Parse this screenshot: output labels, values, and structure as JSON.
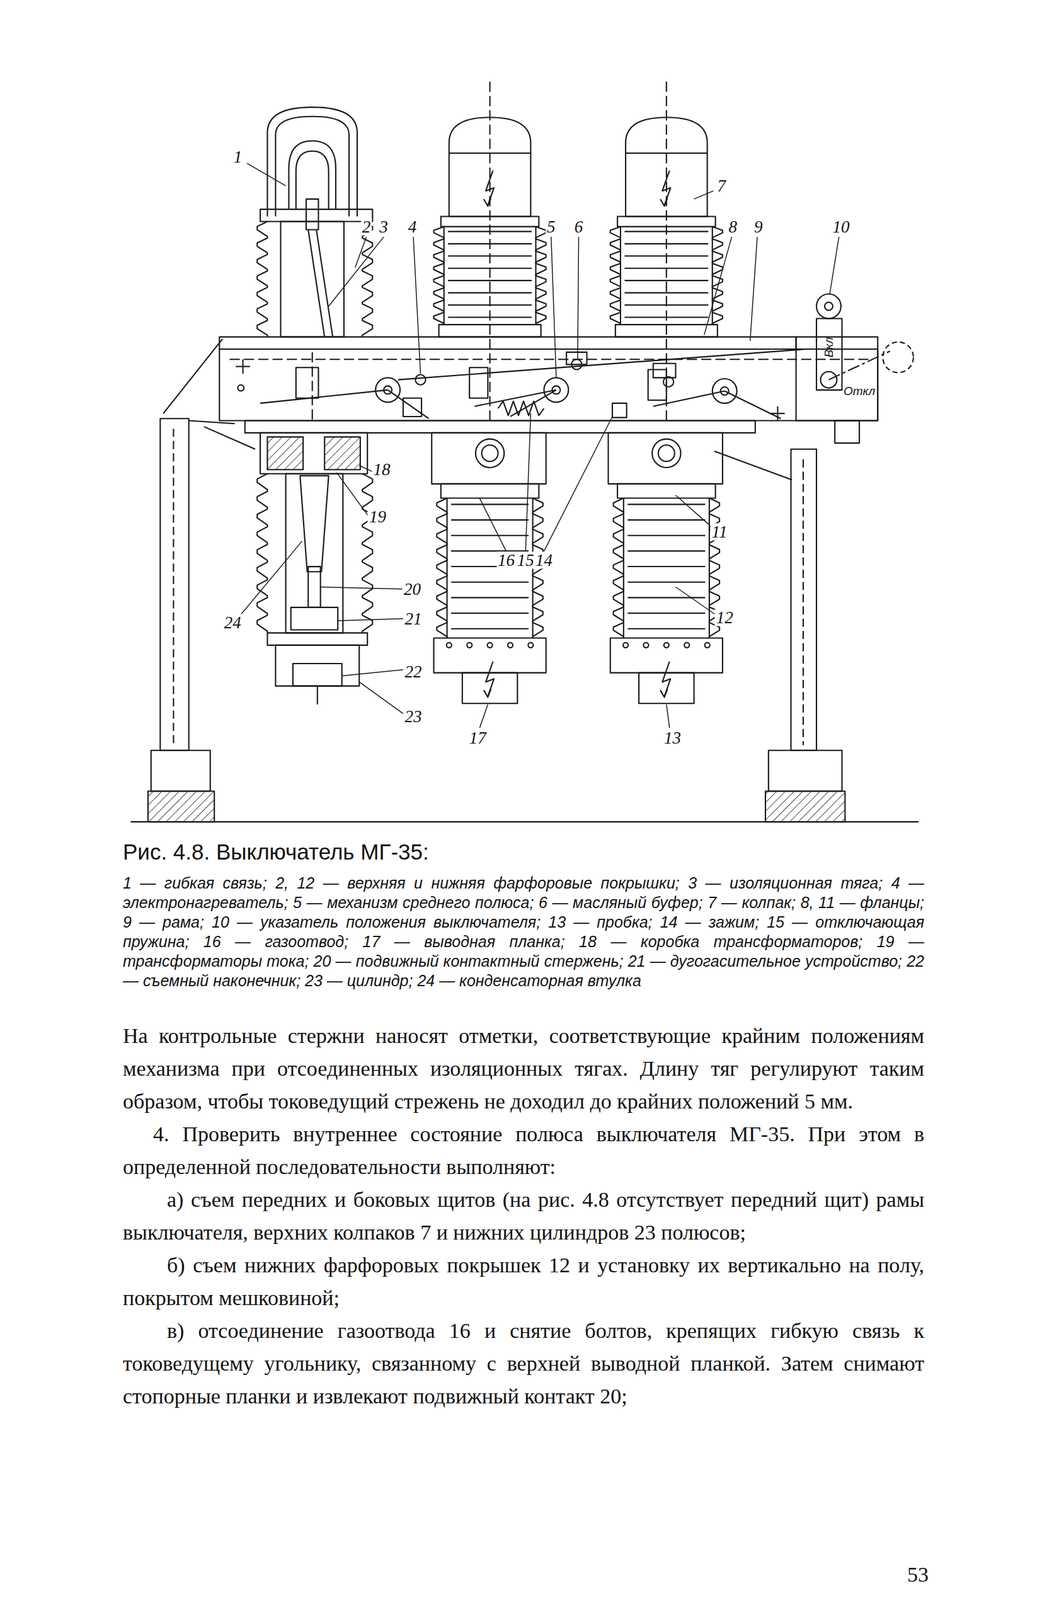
{
  "diagram": {
    "caption": "Рис. 4.8. Выключатель МГ-35:",
    "labels": [
      "1",
      "2",
      "3",
      "4",
      "5",
      "6",
      "7",
      "8",
      "9",
      "10",
      "Вкл",
      "Откл",
      "18",
      "19",
      "16",
      "15",
      "14",
      "11",
      "24",
      "20",
      "21",
      "12",
      "22",
      "23",
      "17",
      "13",
      "1 — гибкая связь; 2, 12 — верхняя и нижняя фарфоровые покрышки; 3 — изоляционная тяга; 4 — электронагреватель; 5 — механизм среднего полюса; 6 — масляный буфер; 7 — колпак; 8, 11 — фланцы; 9 — рама; 10 — указатель положения выключателя; 13 — пробка; 14 — зажим; 15 — отключающая пружина; 16 — газоотвод; 17 — выводная планка; 18 — коробка трансформаторов; 19 — трансформаторы тока; 20 — подвижный контактный стержень; 21 — дугогасительное устройство; 22 — съемный наконечник; 23 — цилиндр; 24 — конденсаторная втулка",
      "На контрольные стержни наносят отметки, соответствующие крайним положениям механизма при отсоединенных изоляционных тягах. Длину тяг регулируют таким образом, чтобы токоведущий стрежень не доходил до крайних положений 5 мм.",
      "4. Проверить внутреннее состояние полюса выключателя МГ-35. При этом в определенной последовательности выполняют:",
      "а) съем передних и боковых щитов (на рис. 4.8 отсутствует передний щит) рамы выключателя, верхних колпаков 7 и нижних цилиндров 23 полюсов;",
      "б) съем нижних фарфоровых покрышек 12 и установку их вертикально на полу, покрытом мешковиной;",
      "в) отсоединение газоотвода 16 и снятие болтов, крепящих гибкую связь к токоведущему угольнику, связанному с верхней выводной планкой. Затем снимают стопорные планки и извлекают подвижный контакт 20;",
      "53"
    ]
  }
}
